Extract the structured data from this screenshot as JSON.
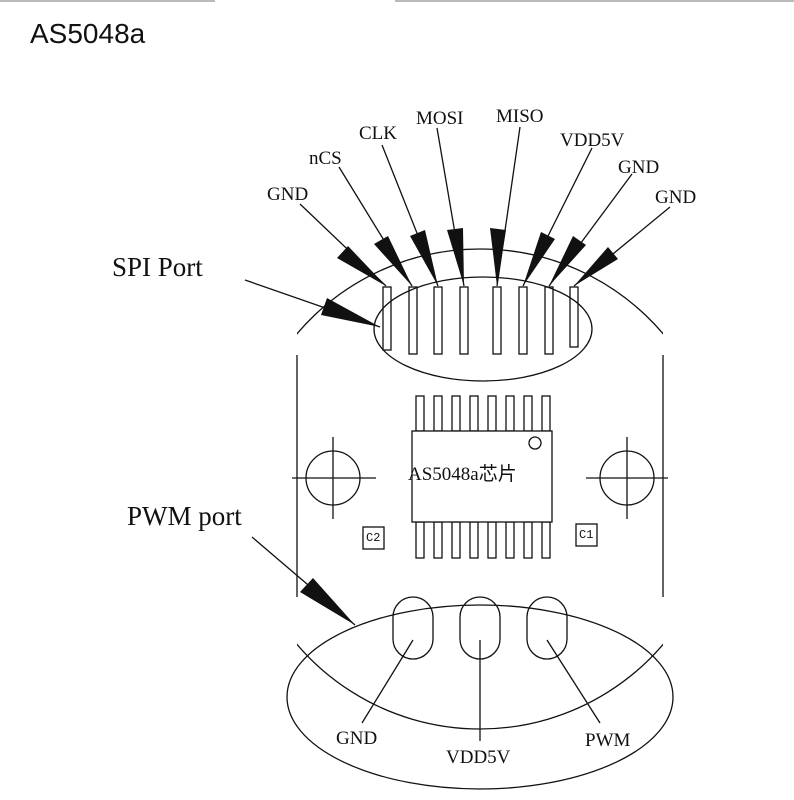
{
  "title": "AS5048a",
  "spi_pins": [
    "GND",
    "nCS",
    "CLK",
    "MOSI",
    "MISO",
    "VDD5V",
    "GND",
    "GND"
  ],
  "spi_port_label": "SPI Port",
  "pwm_port_label": "PWM port",
  "chip_label": "AS5048a芯片",
  "caps": {
    "left": "C2",
    "right": "C1"
  },
  "pwm_pins": [
    "GND",
    "VDD5V",
    "PWM"
  ]
}
